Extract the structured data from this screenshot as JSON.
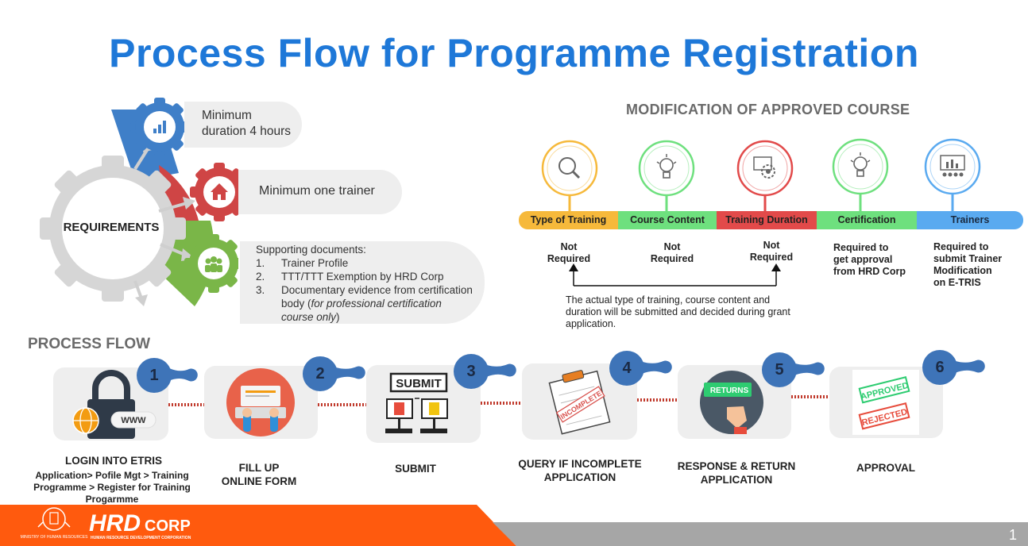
{
  "title": "Process Flow for Programme Registration",
  "requirements": {
    "label": "REQUIREMENTS",
    "items": [
      {
        "text": "Minimum duration 4 hours",
        "line1": "Minimum",
        "line2": "duration 4 hours",
        "icon": "bar-chart-icon",
        "color": "#3f7fc8"
      },
      {
        "text": "Minimum one trainer",
        "icon": "house-icon",
        "color": "#cf4545"
      },
      {
        "icon": "people-icon",
        "color": "#7ab648"
      }
    ],
    "documents": {
      "heading": "Supporting documents:",
      "list": [
        {
          "num": "1.",
          "text": "Trainer Profile"
        },
        {
          "num": "2.",
          "text": "TTT/TTT Exemption by HRD Corp"
        },
        {
          "num": "3.",
          "text": "Documentary evidence from certification body (",
          "italic": "for professional certification course only",
          "tail": ")"
        }
      ]
    }
  },
  "modification": {
    "title": "MODIFICATION OF APPROVED COURSE",
    "tabs": [
      {
        "label": "Type of Training",
        "icon": "magnifier-icon",
        "color": "#f6b93b",
        "status_line1": "Not",
        "status_line2": "Required"
      },
      {
        "label": "Course Content",
        "icon": "lightbulb-icon",
        "color": "#6ee07e",
        "status_line1": "Not",
        "status_line2": "Required"
      },
      {
        "label": "Training Duration",
        "icon": "gear-icon",
        "color": "#e24a4a",
        "status_line1": "Not",
        "status_line2": "Required"
      },
      {
        "label": "Certification",
        "icon": "lightbulb-icon",
        "color": "#6ee07e",
        "status": [
          "Required to",
          "get approval",
          "from HRD Corp"
        ]
      },
      {
        "label": "Trainers",
        "icon": "presentation-icon",
        "color": "#5aaaf0",
        "status": [
          "Required to",
          "submit Trainer",
          "Modification",
          "on E-TRIS"
        ]
      }
    ],
    "note": "The actual type of training, course content and duration will be submitted and decided during grant application."
  },
  "process_flow": {
    "title": "PROCESS FLOW",
    "steps": [
      {
        "number": "1",
        "caption": "LOGIN INTO ETRIS",
        "sub": "Application> Pofile Mgt > Training Programme > Register for Training Progarmme",
        "icon": "padlock-www-icon",
        "www": "WWW"
      },
      {
        "number": "2",
        "caption_line1": "FILL UP",
        "caption_line2": "ONLINE FORM",
        "icon": "typing-laptop-icon"
      },
      {
        "number": "3",
        "caption": "SUBMIT",
        "icon": "submit-computers-icon",
        "sign": "SUBMIT"
      },
      {
        "number": "4",
        "caption_line1": "QUERY IF INCOMPLETE",
        "caption_line2": "APPLICATION",
        "icon": "clipboard-incomplete-icon",
        "stamp": "INCOMPLETE"
      },
      {
        "number": "5",
        "caption_line1": "RESPONSE & RETURN",
        "caption_line2": "APPLICATION",
        "icon": "returns-hand-icon",
        "stamp": "RETURNS"
      },
      {
        "number": "6",
        "caption": "APPROVAL",
        "icon": "approved-rejected-icon",
        "stamp1": "APPROVED",
        "stamp2": "REJECTED"
      }
    ]
  },
  "footer": {
    "ministry": "MINISTRY OF HUMAN RESOURCES",
    "brand_hrd": "HRD",
    "brand_corp": "CORP",
    "brand_full": "HUMAN RESOURCE DEVELOPMENT CORPORATION",
    "page_number": "1",
    "accent": "#ff5a0e"
  }
}
